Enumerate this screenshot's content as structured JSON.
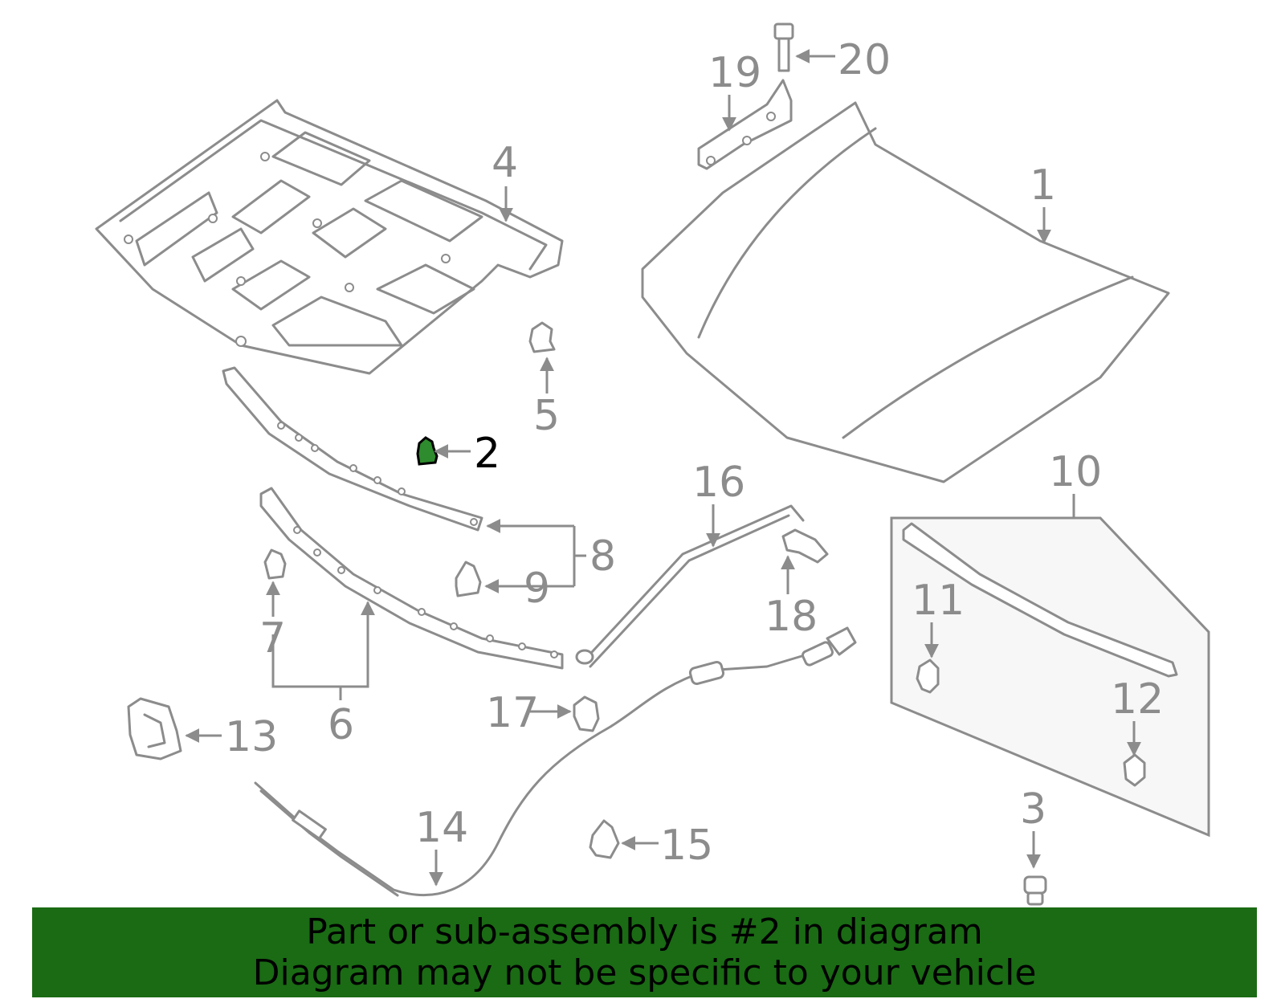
{
  "callouts": {
    "c1": "1",
    "c2": "2",
    "c3": "3",
    "c4": "4",
    "c5": "5",
    "c6": "6",
    "c7": "7",
    "c8": "8",
    "c9": "9",
    "c10": "10",
    "c11": "11",
    "c12": "12",
    "c13": "13",
    "c14": "14",
    "c15": "15",
    "c16": "16",
    "c17": "17",
    "c18": "18",
    "c19": "19",
    "c20": "20"
  },
  "highlighted_part": "2",
  "banner": {
    "line1": "Part or sub-assembly is #2 in diagram",
    "line2": "Diagram may not be specific to your vehicle"
  },
  "colors": {
    "banner_background": "#1a6b14",
    "highlight": "#2e8b2e",
    "linework": "#8c8c8c"
  }
}
